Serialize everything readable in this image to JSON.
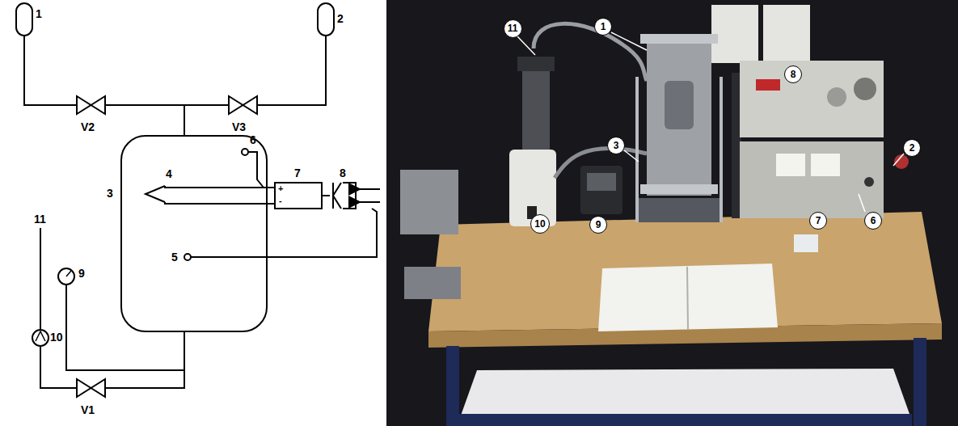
{
  "diagram": {
    "nodes": [
      {
        "text": [
          "11"
        ]
      },
      {
        "text": [
          "1"
        ]
      },
      {
        "text": [
          "8"
        ]
      },
      {
        "text": [
          "3"
        ]
      },
      {
        "text": [
          "2"
        ]
      },
      {
        "text": [
          "10"
        ]
      },
      {
        "text": [
          "9"
        ]
      },
      {
        "text": [
          "7"
        ]
      },
      {
        "text": [
          "6"
        ]
      }
    ],
    "labels": [
      "1",
      "2",
      "V2",
      "V3",
      "3",
      "4",
      "6",
      "+",
      "-",
      "7",
      "8",
      "5",
      "11",
      "9",
      "10",
      "V1"
    ]
  }
}
